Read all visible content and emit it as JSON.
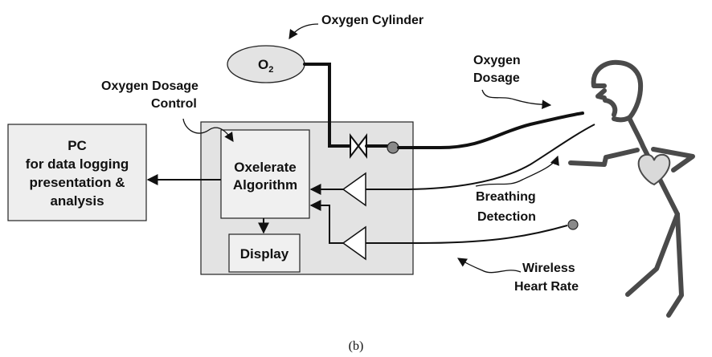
{
  "labels": {
    "oxygen_cylinder": "Oxygen Cylinder",
    "oxygen_dosage_line1": "Oxygen",
    "oxygen_dosage_line2": "Dosage",
    "dosage_control_line1": "Oxygen Dosage",
    "dosage_control_line2": "Control",
    "breathing_line1": "Breathing",
    "breathing_line2": "Detection",
    "heart_line1": "Wireless",
    "heart_line2": "Heart Rate"
  },
  "cylinder": {
    "text": "O",
    "subscript": "2"
  },
  "pc_box": {
    "lines": [
      "PC",
      "for data logging",
      "presentation &",
      "analysis"
    ]
  },
  "algorithm_box": {
    "lines": [
      "Oxelerate",
      "Algorithm"
    ]
  },
  "display_box": {
    "label": "Display"
  },
  "caption": "(b)"
}
